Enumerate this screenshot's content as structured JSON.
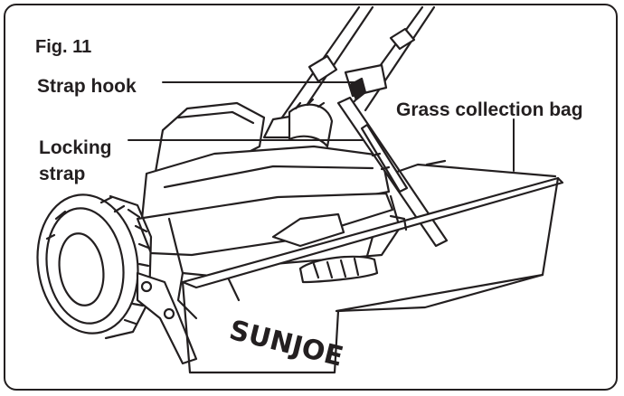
{
  "figure": {
    "number_label": "Fig. 11"
  },
  "callouts": {
    "strap_hook": "Strap hook",
    "locking_strap": "Locking strap",
    "grass_collection_bag": "Grass collection bag"
  },
  "brand": {
    "name": "SUNJOE"
  },
  "colors": {
    "line": "#231f20",
    "background": "#ffffff"
  }
}
